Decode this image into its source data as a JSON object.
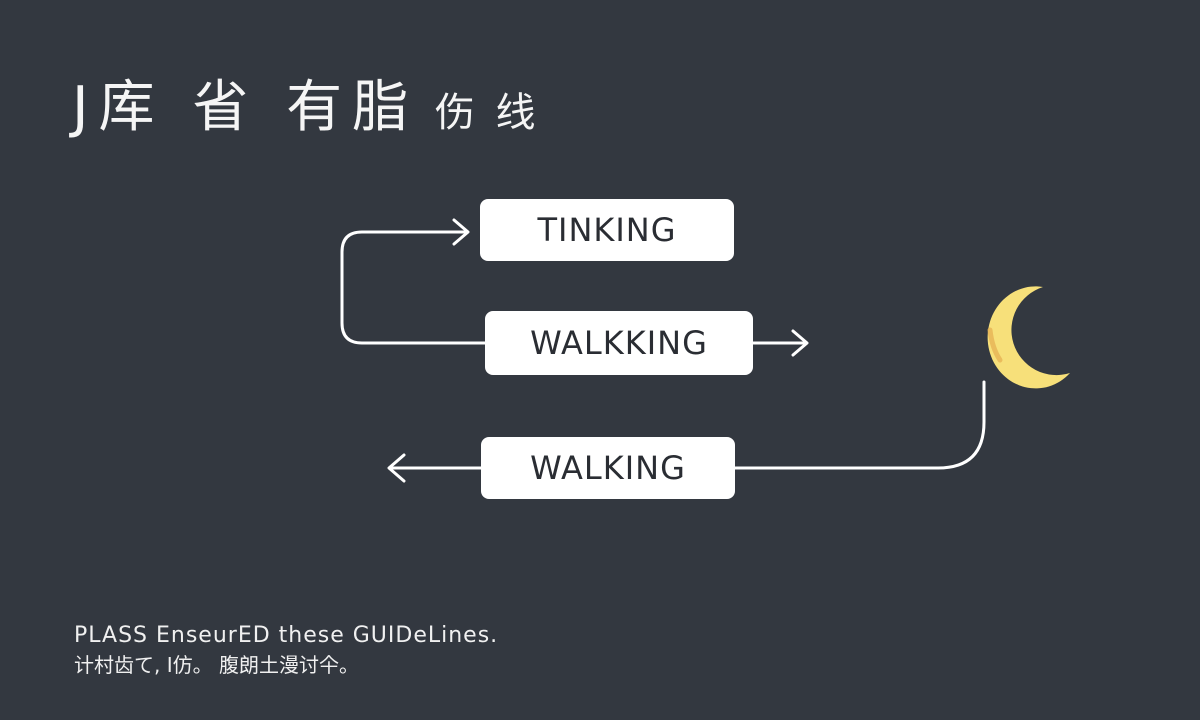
{
  "header": {
    "title_main": "J库 省 有脂",
    "title_small": " 伤 线"
  },
  "flow": {
    "steps": [
      {
        "label": "TINKING"
      },
      {
        "label": "WALKKING"
      },
      {
        "label": "WALKING"
      }
    ]
  },
  "icons": {
    "moon": "crescent-moon-icon"
  },
  "colors": {
    "background": "#333840",
    "box": "#ffffff",
    "box_text": "#2a2d33",
    "moon": "#f7e07a",
    "line": "#ffffff"
  },
  "footer": {
    "line1": "PLASS EnseurED these GUIDeLines.",
    "line2": "计村齿て, I仿。 腹朗土漫讨仐。"
  }
}
